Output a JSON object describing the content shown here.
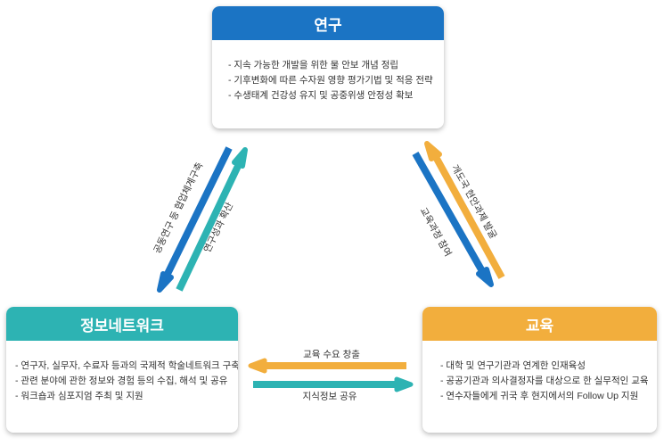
{
  "colors": {
    "research": "#1b74c4",
    "network": "#2db3b3",
    "education": "#f2ae3d"
  },
  "research": {
    "title": "연구",
    "items": [
      "- 지속 가능한 개발을 위한 물 안보 개념 정립",
      "- 기후변화에 따른 수자원 영향 평가기법 및 적응 전략",
      "- 수생태계 건강성 유지 및 공중위생 안정성 확보"
    ]
  },
  "network": {
    "title": "정보네트워크",
    "items": [
      "- 연구자, 실무자, 수료자 등과의 국제적 학술네트워크 구축",
      "- 관련 분야에 관한 정보와 경험 등의 수집, 해석 및 공유",
      "- 워크숍과 심포지엄 주최 및 지원"
    ]
  },
  "education": {
    "title": "교육",
    "items": [
      "- 대학 및 연구기관과 연계한 인재육성",
      "- 공공기관과 의사결정자를 대상으로 한 실무적인 교육",
      "- 연수자들에게 귀국 후 현지에서의 Follow Up 지원"
    ]
  },
  "arrows": {
    "research_to_network": "공동연구 등 협업체계구축",
    "network_to_research": "연구성과 확산",
    "research_to_education": "교육과정 참여",
    "education_to_research": "개도국 현안과제 발굴",
    "education_to_network": "교육 수요 창출",
    "network_to_education": "지식정보 공유"
  }
}
